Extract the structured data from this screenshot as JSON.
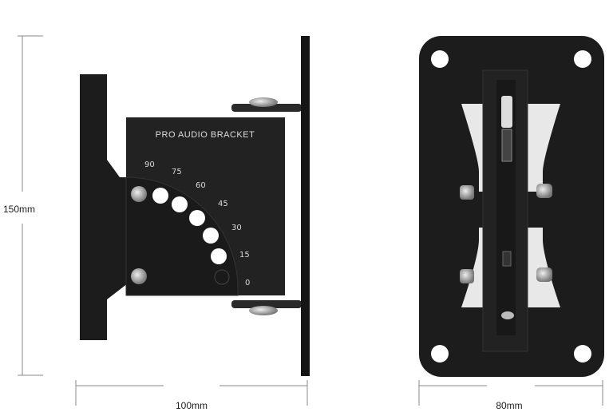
{
  "dimensions": {
    "height": "150mm",
    "depth": "100mm",
    "width": "80mm"
  },
  "plate_label": "PRO AUDIO BRACKET",
  "angle_marks": [
    "90",
    "75",
    "60",
    "45",
    "30",
    "15",
    "0"
  ],
  "colors": {
    "metal": "#1c1c1c",
    "dimension_line": "#8a8a8a",
    "background": "#ffffff"
  }
}
